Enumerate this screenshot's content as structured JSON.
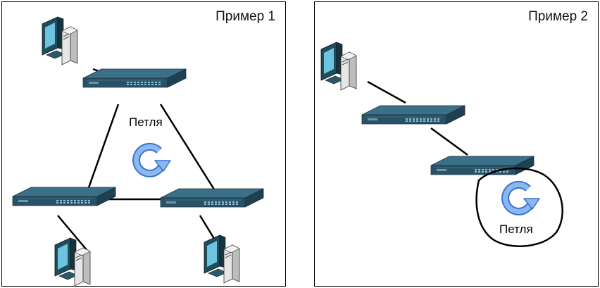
{
  "panels": [
    {
      "title": "Пример 1",
      "loop_label": "Петля"
    },
    {
      "title": "Пример 2",
      "loop_label": "Петля"
    }
  ],
  "colors": {
    "switch_top": "#2d5f75",
    "switch_front": "#23495c",
    "monitor_screen": "#6ec4e0",
    "pc_body": "#dcdcdc",
    "loop_fill": "#7faff0",
    "loop_stroke": "#3a72cc",
    "cable": "#000000"
  },
  "icons": [
    "computer-icon",
    "network-switch-icon",
    "loop-arrow-icon"
  ]
}
